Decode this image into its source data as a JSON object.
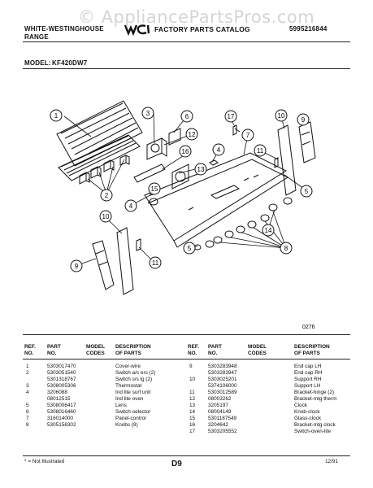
{
  "header": {
    "brand_line1": "WHITE-WESTINGHOUSE",
    "brand_line2": "RANGE",
    "catalog_title": "FACTORY PARTS CATALOG",
    "catalog_number": "5995216844",
    "model_label": "MODEL:",
    "model_value": "KF420DW7"
  },
  "watermark": "© AppliancePartsPros.com",
  "diagram": {
    "code": "0276",
    "callouts": [
      "1",
      "2",
      "3",
      "4",
      "5",
      "6",
      "7",
      "8",
      "9",
      "10",
      "11",
      "12",
      "13",
      "14",
      "15",
      "16",
      "17"
    ]
  },
  "parts_table": {
    "left_headers": {
      "ref": [
        "REF.",
        "NO."
      ],
      "part": [
        "PART",
        "NO."
      ],
      "codes": [
        "MODEL",
        "CODES"
      ],
      "desc": [
        "DESCRIPTION",
        "OF PARTS"
      ]
    },
    "right_headers": {
      "ref": [
        "REF.",
        "NO."
      ],
      "part": [
        "PART",
        "NO."
      ],
      "codes": [
        "MODEL",
        "CODES"
      ],
      "desc": [
        "DESCRIPTION",
        "OF PARTS"
      ]
    },
    "left_rows": [
      {
        "ref": "1",
        "part": "5303017470",
        "desc": "Cover-wire"
      },
      {
        "ref": "2",
        "part": "5303051540",
        "desc": "Switch a/s ers (2)"
      },
      {
        "ref": "",
        "part": "5301318767",
        "desc": "Switch s/s lg (2)"
      },
      {
        "ref": "3",
        "part": "5308005306",
        "desc": "Thermostat"
      },
      {
        "ref": "4",
        "part": "3206088",
        "desc": "Ind lite surf unit"
      },
      {
        "ref": "",
        "part": "08012515",
        "desc": "Ind lite oven"
      },
      {
        "ref": "5",
        "part": "5308006417",
        "desc": "Lens"
      },
      {
        "ref": "6",
        "part": "5308016460",
        "desc": "Switch-selector"
      },
      {
        "ref": "7",
        "part": "316014000",
        "desc": "Panel-control"
      },
      {
        "ref": "8",
        "part": "5305156302",
        "desc": "Knobs (8)"
      }
    ],
    "right_rows": [
      {
        "ref": "9",
        "part": "5303283948",
        "desc": "End cap LH"
      },
      {
        "ref": "",
        "part": "5303283947",
        "desc": "End cap RH"
      },
      {
        "ref": "10",
        "part": "5303025201",
        "desc": "Support RH"
      },
      {
        "ref": "",
        "part": "5374106000",
        "desc": "Support LH"
      },
      {
        "ref": "11",
        "part": "5303012589",
        "desc": "Bracket-hinge (2)"
      },
      {
        "ref": "12",
        "part": "08003262",
        "desc": "Bracket-mtg therm"
      },
      {
        "ref": "13",
        "part": "3205197",
        "desc": "Clock"
      },
      {
        "ref": "14",
        "part": "08004149",
        "desc": "Knob-clock"
      },
      {
        "ref": "15",
        "part": "5301187549",
        "desc": "Glass-clock"
      },
      {
        "ref": "16",
        "part": "3204642",
        "desc": "Bracket-mtg clock"
      },
      {
        "ref": "17",
        "part": "5303205552",
        "desc": "Switch-oven-lite"
      }
    ]
  },
  "footer": {
    "note": "* = Not Illustrated",
    "page_code": "D9",
    "date": "12/91"
  }
}
